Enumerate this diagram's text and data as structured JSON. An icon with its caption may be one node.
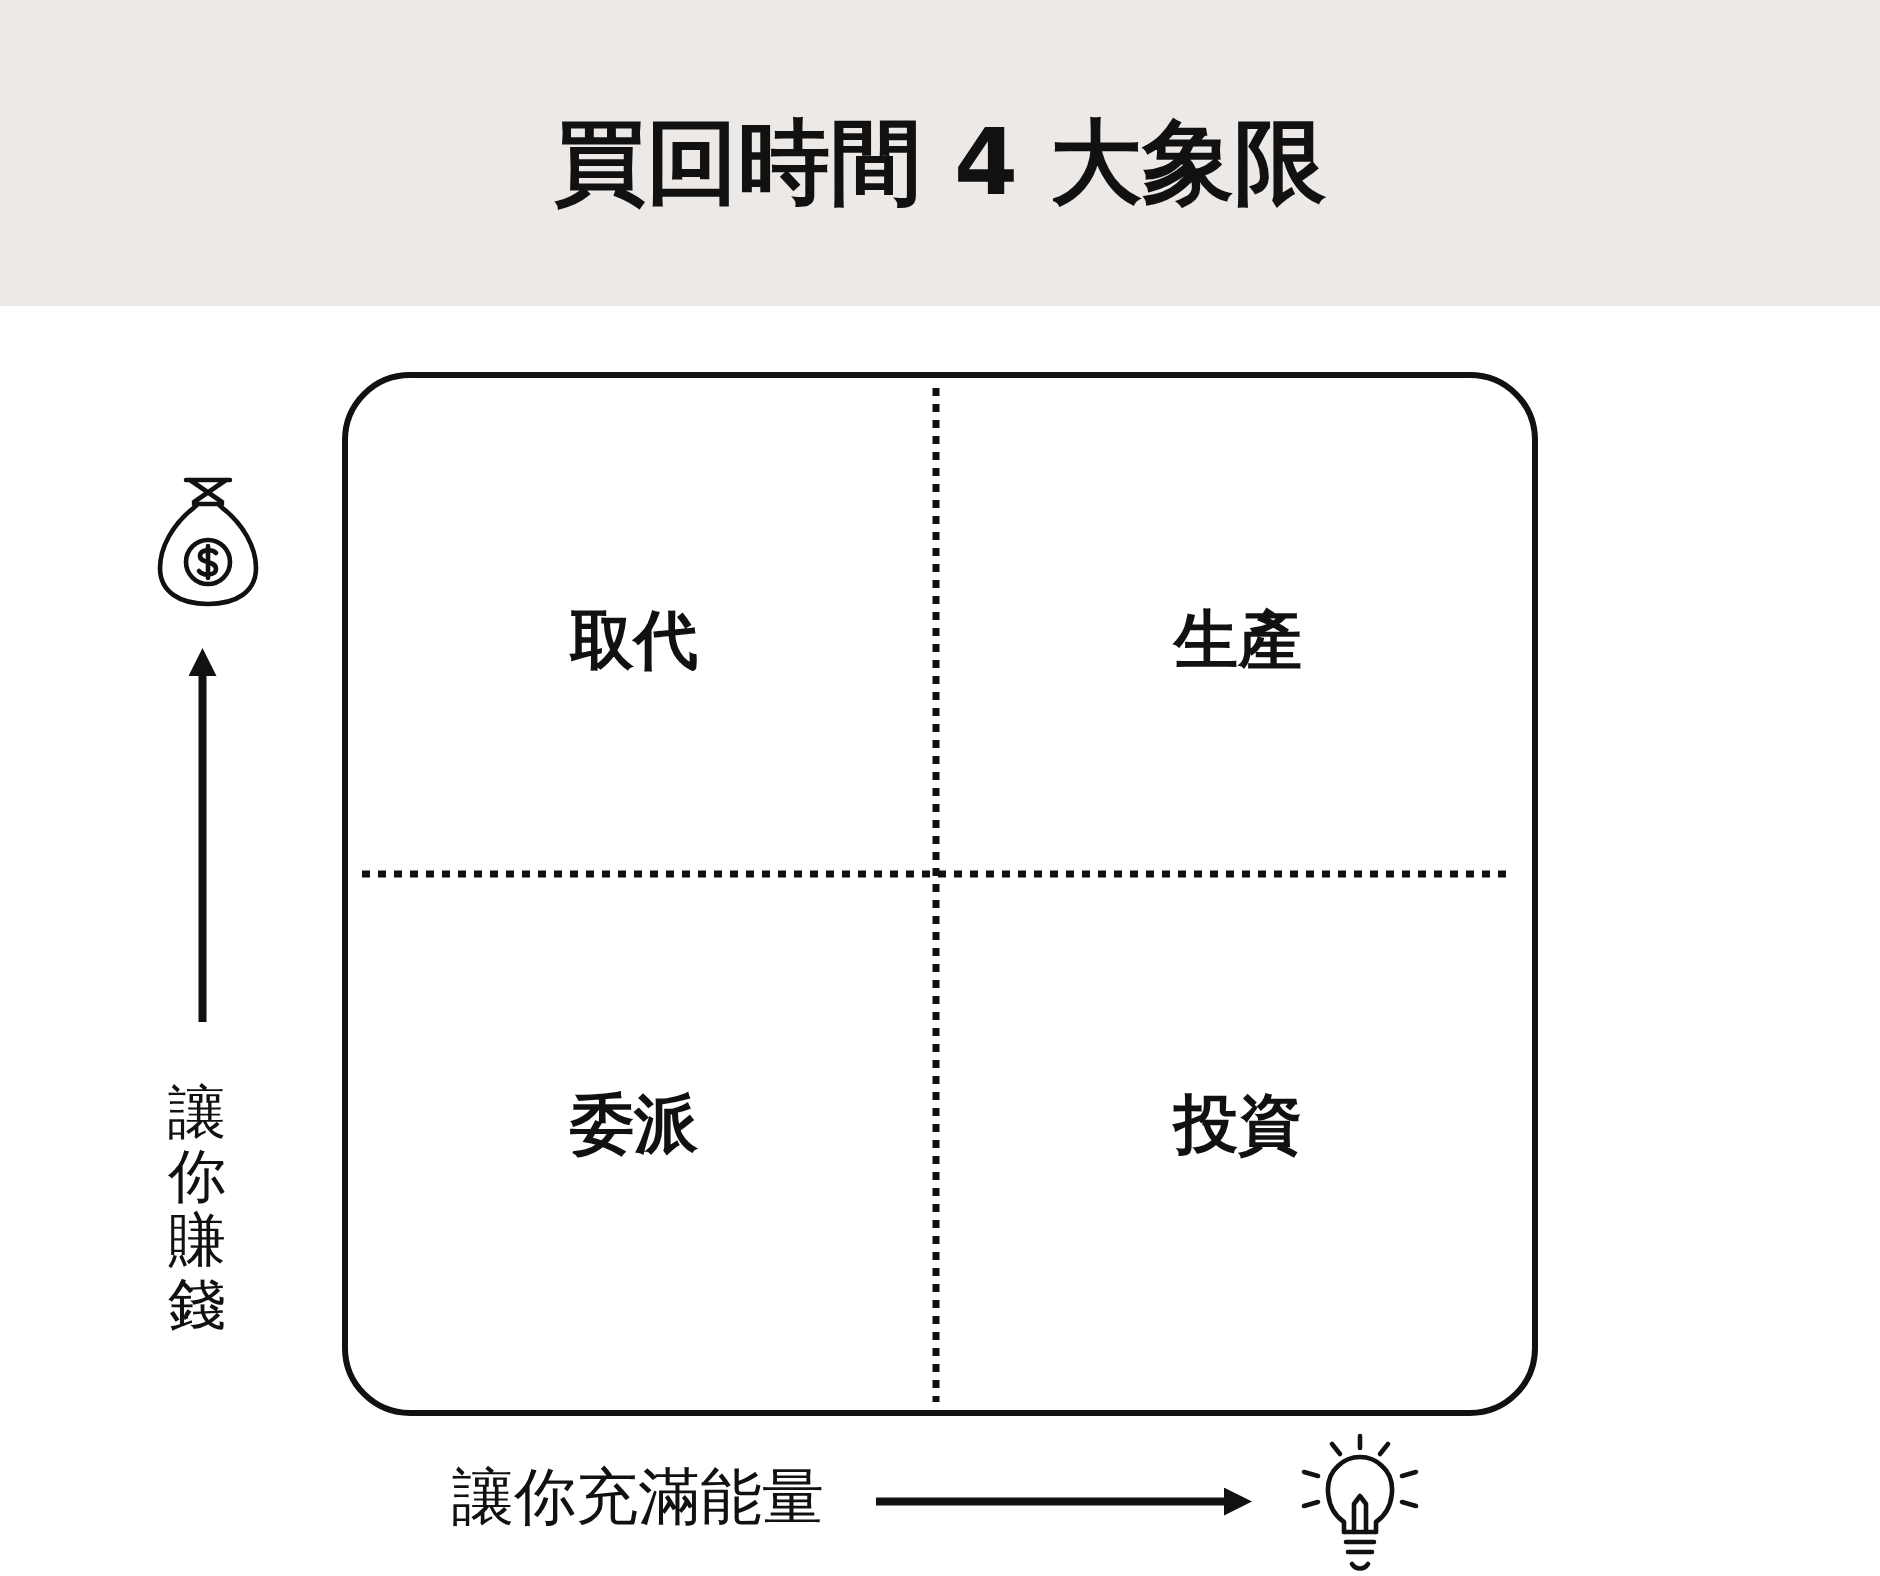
{
  "diagram": {
    "title": "買回時間 4 大象限",
    "nodes": [
      {
        "text": [],
        "shape": "box"
      },
      {
        "text": [
          "取代"
        ],
        "in": 0
      },
      {
        "text": [
          "生產"
        ],
        "in": 0
      },
      {
        "text": [
          "委派"
        ],
        "in": 0
      },
      {
        "text": [
          "投資"
        ],
        "in": 0
      },
      {
        "text": [],
        "shape": "picture"
      },
      {
        "text": [
          "讓你賺錢"
        ]
      },
      {
        "text": [
          "讓你充滿能量"
        ]
      },
      {
        "text": [],
        "shape": "picture"
      }
    ],
    "edges": [
      {
        "from": 6,
        "to": 5,
        "arrow": "to"
      },
      {
        "from": 7,
        "to": 8,
        "arrow": "to"
      }
    ]
  }
}
